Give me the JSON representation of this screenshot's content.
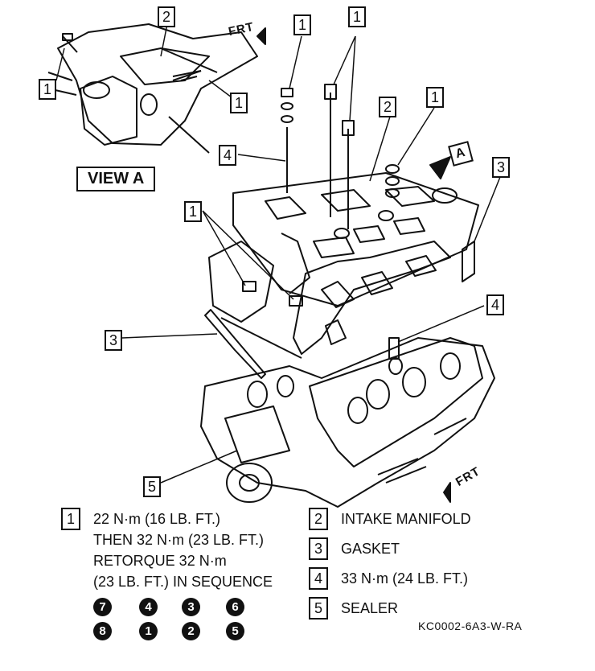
{
  "view_label": "VIEW A",
  "view_marker": "A",
  "frt_label": "FRT",
  "callouts": [
    "1",
    "2",
    "1",
    "1",
    "1",
    "2",
    "4",
    "1",
    "3",
    "3",
    "4",
    "5",
    "1"
  ],
  "legend": {
    "item1": {
      "num": "1",
      "lines": [
        "22 N·m (16 LB. FT.)",
        "THEN 32 N·m (23 LB. FT.)",
        "RETORQUE 32 N·m",
        "(23 LB. FT.) IN SEQUENCE"
      ]
    },
    "item2": {
      "num": "2",
      "text": "INTAKE MANIFOLD"
    },
    "item3": {
      "num": "3",
      "text": "GASKET"
    },
    "item4": {
      "num": "4",
      "text": "33 N·m (24 LB. FT.)"
    },
    "item5": {
      "num": "5",
      "text": "SEALER"
    }
  },
  "sequence": {
    "row1": [
      "7",
      "4",
      "3",
      "6"
    ],
    "row2": [
      "8",
      "1",
      "2",
      "5"
    ]
  },
  "figure_code": "KC0002-6A3-W-RA"
}
